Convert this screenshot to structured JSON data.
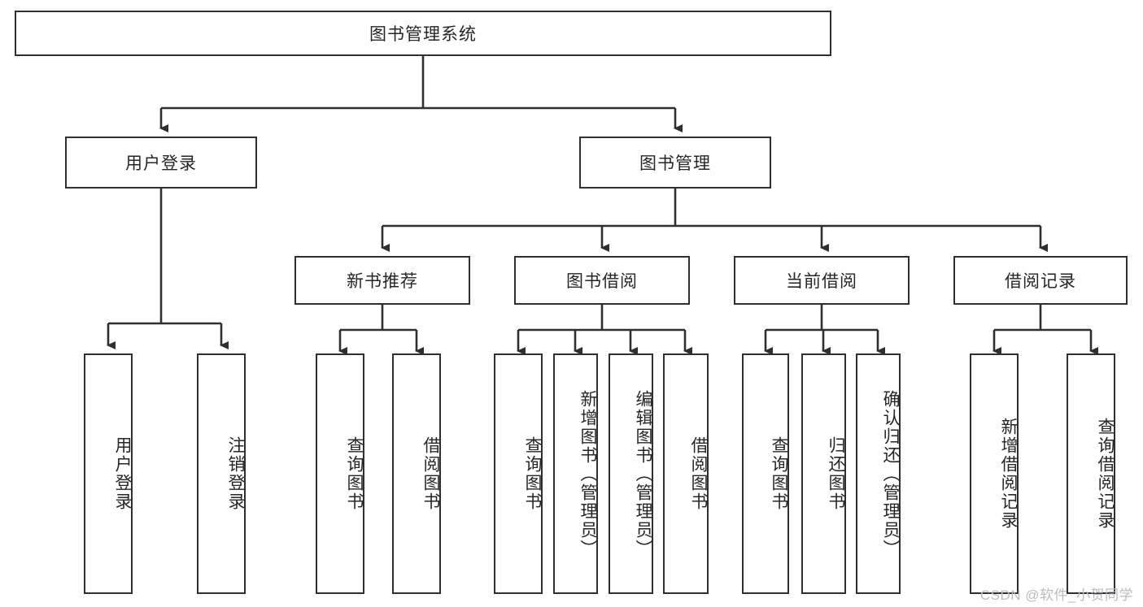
{
  "diagram": {
    "title": "图书管理系统",
    "watermark": "CSDN @软件_小贺同学",
    "colors": {
      "box_border": "#2f2f2f",
      "box_fill": "#ffffff",
      "connector": "#2f2f2f",
      "text": "#262626",
      "watermark": "#b9bcc0"
    },
    "root": {
      "label": "图书管理系统"
    },
    "level2": [
      {
        "label": "用户登录"
      },
      {
        "label": "图书管理"
      }
    ],
    "level3": [
      {
        "label": "新书推荐"
      },
      {
        "label": "图书借阅"
      },
      {
        "label": "当前借阅"
      },
      {
        "label": "借阅记录"
      }
    ],
    "leaves": [
      {
        "label": "用户登录",
        "parent": "用户登录"
      },
      {
        "label": "注销登录",
        "parent": "用户登录"
      },
      {
        "label": "查询图书",
        "parent": "新书推荐"
      },
      {
        "label": "借阅图书",
        "parent": "新书推荐"
      },
      {
        "label": "查询图书",
        "parent": "图书借阅"
      },
      {
        "label": "新增图书（管理员）",
        "parent": "图书借阅"
      },
      {
        "label": "编辑图书（管理员）",
        "parent": "图书借阅"
      },
      {
        "label": "借阅图书",
        "parent": "图书借阅"
      },
      {
        "label": "查询图书",
        "parent": "当前借阅"
      },
      {
        "label": "归还图书",
        "parent": "当前借阅"
      },
      {
        "label": "确认归还（管理员）",
        "parent": "当前借阅"
      },
      {
        "label": "新增借阅记录",
        "parent": "借阅记录"
      },
      {
        "label": "查询借阅记录",
        "parent": "借阅记录"
      }
    ]
  }
}
